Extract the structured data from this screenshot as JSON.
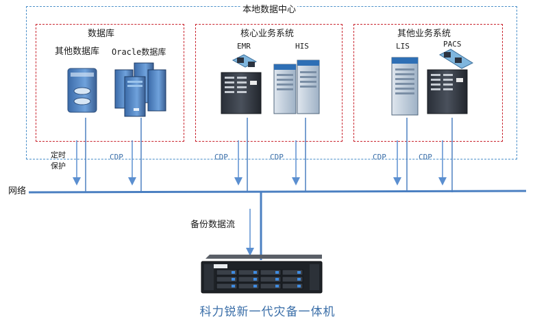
{
  "datacenter_label": "本地数据中心",
  "groups": {
    "database": {
      "title": "数据库",
      "other_db": "其他数据库",
      "oracle_db": "Oracle数据库"
    },
    "core": {
      "title": "核心业务系统",
      "emr": "EMR",
      "his": "HIS"
    },
    "other": {
      "title": "其他业务系统",
      "lis": "LIS",
      "pacs": "PACS"
    }
  },
  "flows": {
    "scheduled_line1": "定时",
    "scheduled_line2": "保护",
    "cdp": "CDP"
  },
  "network_label": "网络",
  "backup_flow_label": "备份数据流",
  "appliance_label": "科力锐新一代灾备一体机",
  "colors": {
    "dashed_outer": "#4a8fc9",
    "dashed_inner": "#c8202a",
    "line": "#4a7fc1",
    "arrow": "#5b8fd0"
  }
}
